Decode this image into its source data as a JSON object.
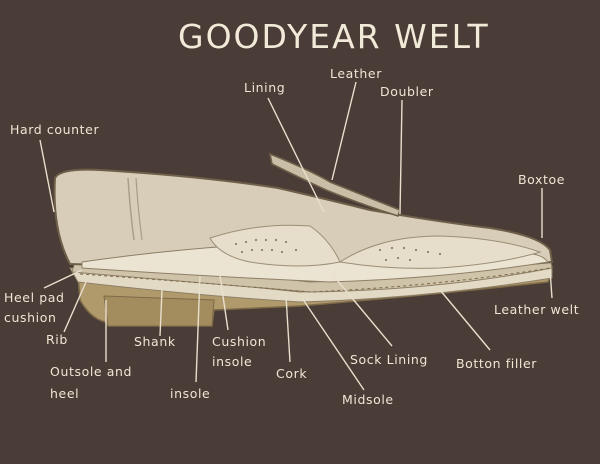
{
  "title": "GOODYEAR WELT",
  "colors": {
    "background": "#4a3c36",
    "upper": "#d7cdb8",
    "sole": "#b09a6c",
    "label": "#efe6d4"
  },
  "labels": {
    "lining": "Lining",
    "leather": "Leather",
    "doubler": "Doubler",
    "hard_counter": "Hard counter",
    "boxtoe": "Boxtoe",
    "heel_pad_cushion_line1": "Heel pad",
    "heel_pad_cushion_line2": "cushion",
    "rib": "Rib",
    "shank": "Shank",
    "cushion_insole_line1": "Cushion",
    "cushion_insole_line2": "insole",
    "leather_welt": "Leather welt",
    "outsole_and_heel_line1": "Outsole and",
    "outsole_and_heel_line2": "heel",
    "insole": "insole",
    "cork": "Cork",
    "sock_lining": "Sock Lining",
    "botton_filler": "Botton filler",
    "midsole": "Midsole"
  }
}
